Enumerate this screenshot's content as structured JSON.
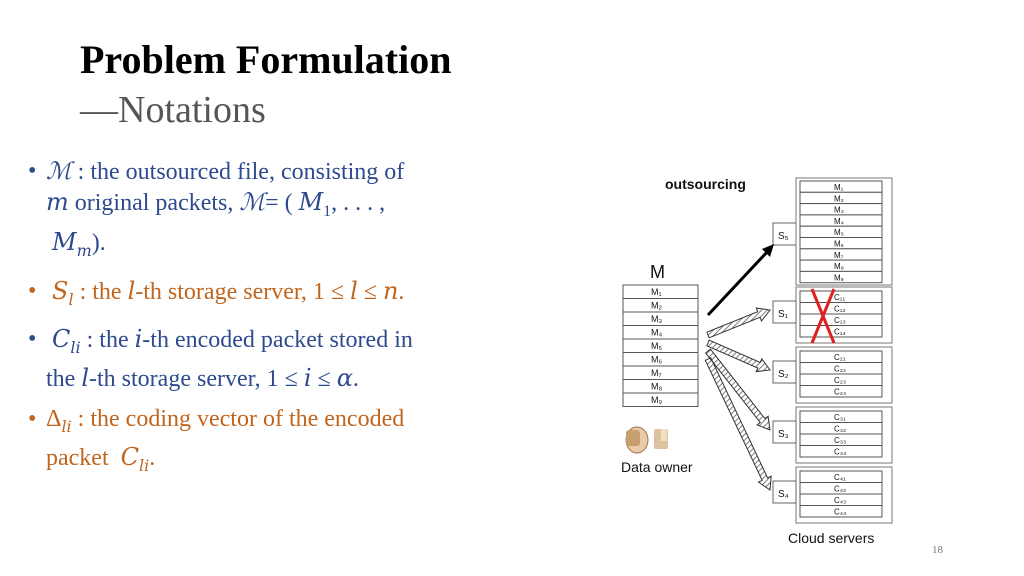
{
  "slide": {
    "title": "Problem Formulation",
    "subtitle": "—Notations",
    "page_number": "18"
  },
  "bullets": [
    {
      "symbol": "ℳ",
      "text1": " : the outsourced file, consisting of",
      "m": "m",
      "text2": " original packets, ",
      "eq_sym": "ℳ",
      "eq_text": "= ( ",
      "M1": "M",
      "M1_sub": "1",
      "dots": ", . . . ,",
      "Mm": "M",
      "Mm_sub": "m",
      "end": ")."
    },
    {
      "symbol": "S",
      "sub": "l",
      "text1": " : the ",
      "var": "l",
      "text2": "-th storage server, 1 ≤ ",
      "var2": "l",
      "text3": " ≤ ",
      "var3": "n",
      "end": "."
    },
    {
      "symbol": "C",
      "sub": "li",
      "text1": " : the ",
      "var": "i",
      "text2": "-th encoded packet stored in",
      "text3": "the ",
      "var2": "l",
      "text4": "-th storage server, 1 ≤ ",
      "var3": "i",
      "text5": " ≤ ",
      "var4": "α",
      "end": "."
    },
    {
      "symbol": "Δ",
      "sub": "li",
      "text1": " : the coding vector of the encoded",
      "text2": "packet ",
      "C": "C",
      "C_sub": "li",
      "end": "."
    }
  ],
  "figure": {
    "outsourcing_label": "outsourcing",
    "m_label": "M",
    "owner_label": "Data owner",
    "cloud_label": "Cloud servers",
    "owner_packets": [
      "M₁",
      "M₂",
      "M₃",
      "M₄",
      "M₅",
      "M₆",
      "M₇",
      "M₈",
      "M₉"
    ],
    "s5_label": "S₅",
    "s5_packets": [
      "M₁",
      "M₂",
      "M₃",
      "M₄",
      "M₅",
      "M₆",
      "M₇",
      "M₈",
      "M₉"
    ],
    "servers": [
      {
        "label": "S₁",
        "packets": [
          "C₁₁",
          "C₁₂",
          "C₁₃",
          "C₁₄"
        ]
      },
      {
        "label": "S₂",
        "packets": [
          "C₂₁",
          "C₂₂",
          "C₂₃",
          "C₂₄"
        ]
      },
      {
        "label": "S₃",
        "packets": [
          "C₃₁",
          "C₃₂",
          "C₃₃",
          "C₃₄"
        ]
      },
      {
        "label": "S₄",
        "packets": [
          "C₄₁",
          "C₄₂",
          "C₄₃",
          "C₄₄"
        ]
      }
    ],
    "failure_color": "#e02020"
  }
}
